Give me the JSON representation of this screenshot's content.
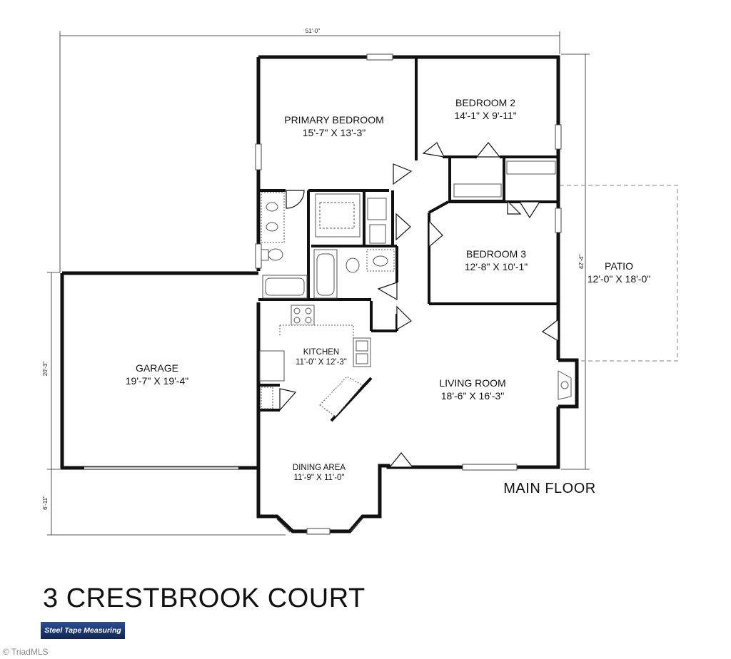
{
  "title": "3 CRESTBROOK COURT",
  "floor_label": "MAIN FLOOR",
  "dimensions": {
    "overall_width": "51'-0\"",
    "overall_depth": "42'-4\"",
    "garage_depth": "20'-3\"",
    "dining_bump": "6'-11\""
  },
  "rooms": {
    "primary_bedroom": {
      "name": "PRIMARY BEDROOM",
      "size": "15'-7\" X 13'-3\""
    },
    "bedroom_2": {
      "name": "BEDROOM 2",
      "size": "14'-1\" X 9'-11\""
    },
    "bedroom_3": {
      "name": "BEDROOM 3",
      "size": "12'-8\" X 10'-1\""
    },
    "patio": {
      "name": "PATIO",
      "size": "12'-0\" X 18'-0\""
    },
    "garage": {
      "name": "GARAGE",
      "size": "19'-7\" X 19'-4\""
    },
    "kitchen": {
      "name": "KITCHEN",
      "size": "11'-0\" X 12'-3\""
    },
    "living_room": {
      "name": "LIVING ROOM",
      "size": "18'-6\" X 16'-3\""
    },
    "dining_area": {
      "name": "DINING AREA",
      "size": "11'-9\" X 11'-0\""
    }
  },
  "logo_text": "Steel Tape Measuring",
  "watermark": "© TriadMLS",
  "colors": {
    "wall": "#111111",
    "logo_blue": "#1c3670",
    "dash": "#9a9a9a"
  }
}
